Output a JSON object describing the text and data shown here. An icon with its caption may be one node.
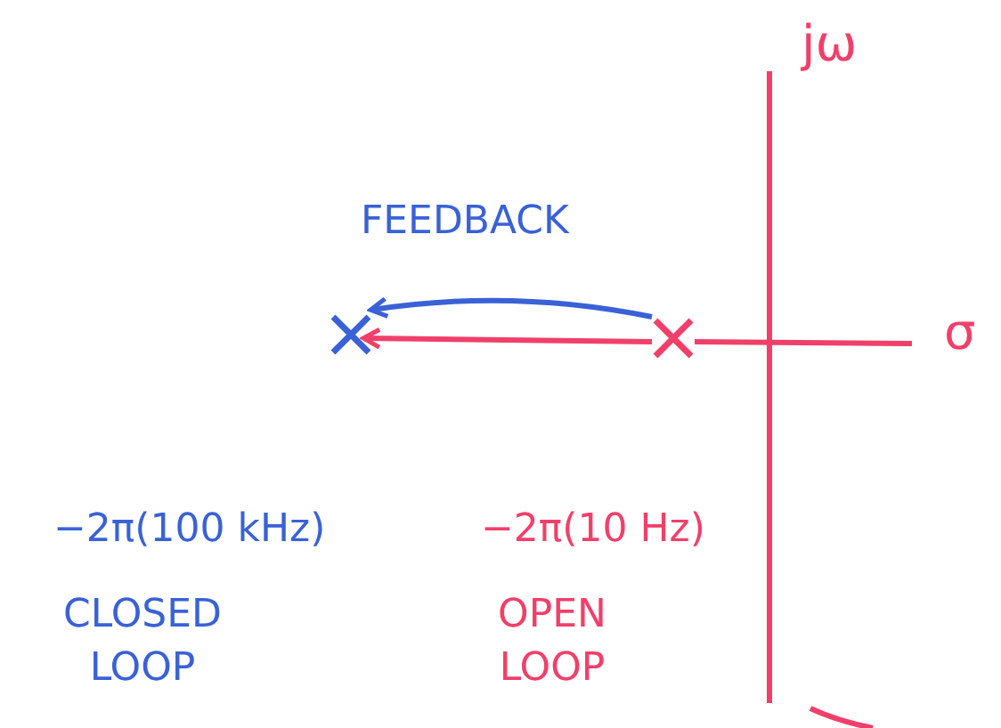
{
  "diagram": {
    "nodes": [
      {
        "text": [],
        "shape": "cross",
        "beside": [
          "−2π(100 kHz)",
          "CLOSED LOOP"
        ]
      },
      {
        "text": [],
        "shape": "cross",
        "beside": [
          "−2π(10 Hz)",
          "OPEN LOOP"
        ]
      }
    ],
    "edges": [
      {
        "from": 1,
        "to": 0,
        "arrow": "to",
        "label": "FEEDBACK",
        "color": "#3a62d6"
      },
      {
        "from": 1,
        "to": 0,
        "arrow": "to",
        "color": "#f0406a"
      }
    ],
    "labels": [
      "jω",
      "σ"
    ]
  }
}
